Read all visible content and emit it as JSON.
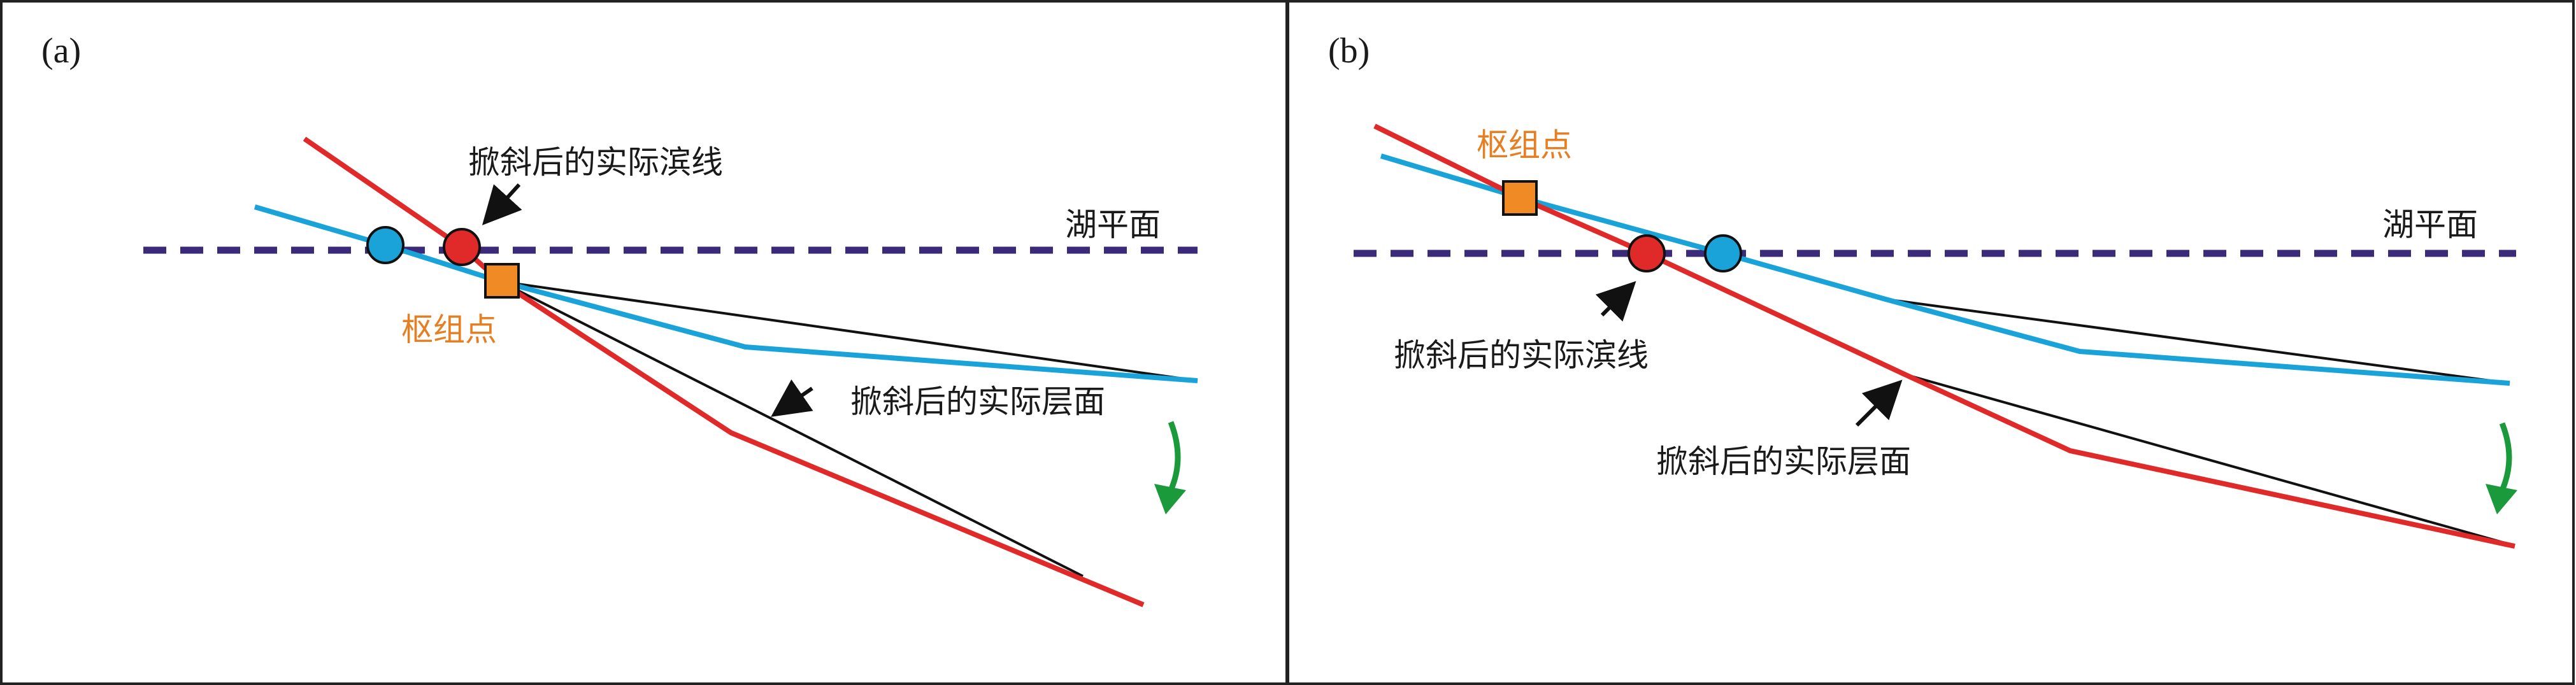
{
  "colors": {
    "lake_level": "#3b2a7a",
    "blue_line": "#1aa3d9",
    "red_line": "#e02a2a",
    "black_line": "#111111",
    "orange_marker": "#f08a24",
    "orange_text": "#e67e22",
    "green_arrow": "#1a9a3a",
    "frame": "#222222"
  },
  "panels": [
    {
      "id": "a",
      "label": "(a)",
      "lake_level_label": "湖平面",
      "hinge_label": "枢组点",
      "shoreline_label": "掀斜后的实际滨线",
      "layer_label": "掀斜后的实际层面"
    },
    {
      "id": "b",
      "label": "(b)",
      "lake_level_label": "湖平面",
      "hinge_label": "枢组点",
      "shoreline_label": "掀斜后的实际滨线",
      "layer_label": "掀斜后的实际层面"
    }
  ],
  "icons": {
    "blue_circle": "circle-icon",
    "red_circle": "circle-icon",
    "hinge_square": "square-icon",
    "rotation_arrow": "curved-arrow-icon"
  }
}
